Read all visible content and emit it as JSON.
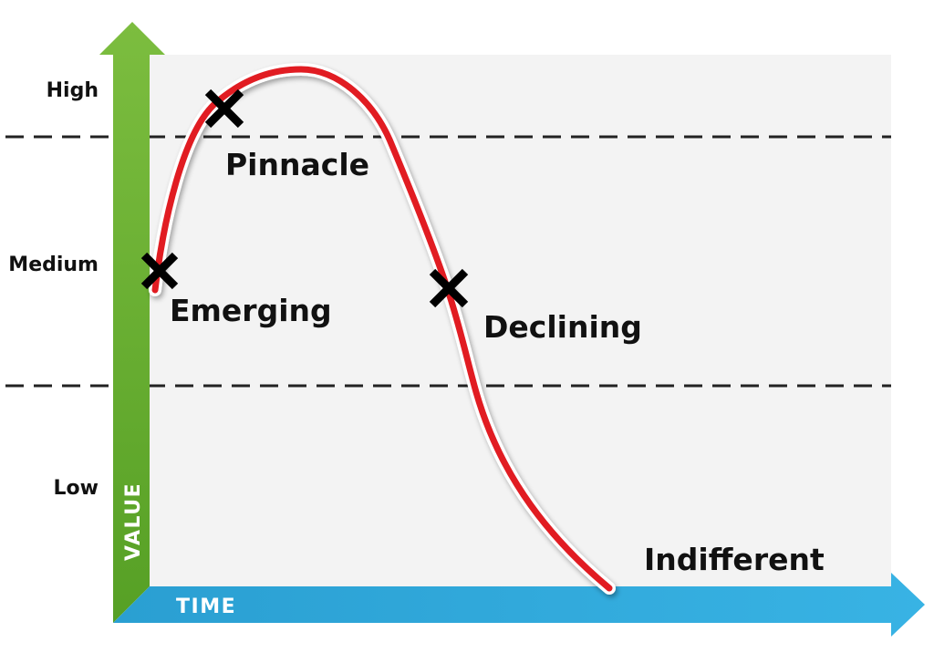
{
  "diagram": {
    "axes": {
      "y_label": "VALUE",
      "x_label": "TIME",
      "y_color": "#79bb3d",
      "y_color_dark": "#56a025",
      "x_color": "#36b1e2",
      "x_color_dark": "#2a9fd2"
    },
    "levels": [
      {
        "label": "High"
      },
      {
        "label": "Medium"
      },
      {
        "label": "Low"
      }
    ],
    "stages": [
      {
        "label": "Emerging"
      },
      {
        "label": "Pinnacle"
      },
      {
        "label": "Declining"
      },
      {
        "label": "Indifferent"
      }
    ],
    "colors": {
      "panel_background": "#f3f3f3",
      "curve": "#e11b22",
      "curve_outline": "#ffffff",
      "marker": "#000000",
      "dashed_line": "#222222"
    }
  }
}
